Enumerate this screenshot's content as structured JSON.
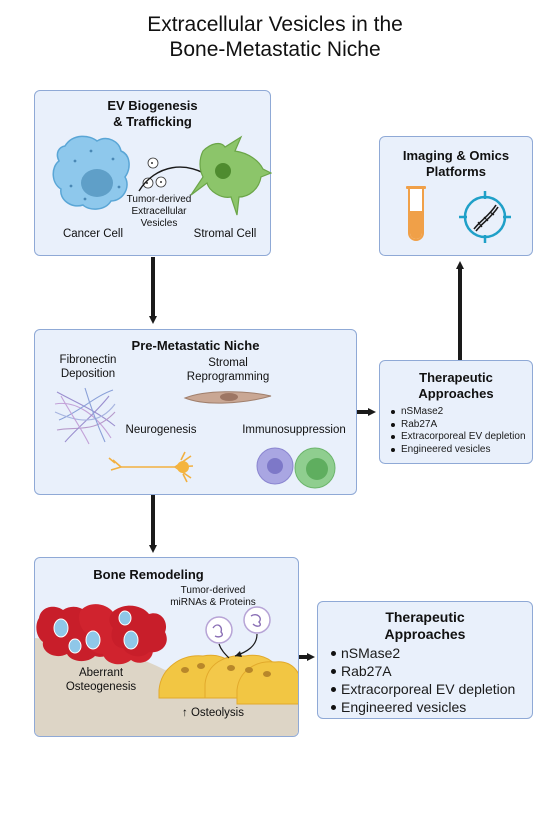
{
  "title": {
    "line1": "Extracellular Vesicles in the",
    "line2": "Bone-Metastatic Niche"
  },
  "biogenesis": {
    "title_line1": "EV Biogenesis",
    "title_line2": "& Trafficking",
    "cancer_cell": "Cancer Cell",
    "stromal_cell": "Stromal Cell",
    "vesicles_line1": "Tumor-derived",
    "vesicles_line2": "Extracellular",
    "vesicles_line3": "Vesicles"
  },
  "imaging": {
    "title_line1": "Imaging & Omics",
    "title_line2": "Platforms"
  },
  "niche": {
    "title": "Pre-Metastatic Niche",
    "fibronectin_line1": "Fibronectin",
    "fibronectin_line2": "Deposition",
    "stromal_line1": "Stromal",
    "stromal_line2": "Reprogramming",
    "neurogenesis": "Neurogenesis",
    "immunosuppression": "Immunosuppression"
  },
  "therapy_small": {
    "title_line1": "Therapeutic",
    "title_line2": "Approaches",
    "items": [
      "nSMase2",
      "Rab27A",
      "Extracorporeal EV depletion",
      "Engineered vesicles"
    ]
  },
  "bone": {
    "title": "Bone Remodeling",
    "cargo_line1": "Tumor-derived",
    "cargo_line2": "miRNAs & Proteins",
    "aberrant_line1": "Aberrant",
    "aberrant_line2": "Osteogenesis",
    "osteolysis": "↑ Osteolysis"
  },
  "therapy_large": {
    "title_line1": "Therapeutic",
    "title_line2": "Approaches",
    "items": [
      "nSMase2",
      "Rab27A",
      "Extracorporeal EV depletion",
      "Engineered vesicles"
    ]
  },
  "colors": {
    "box_fill": "#e9f0fb",
    "box_border": "#8fa9d6",
    "cancer_cell": "#8ec8ec",
    "stromal_cell": "#8cc56a",
    "osteoblast": "#c81e2a",
    "osteoclast": "#f2c643",
    "bone": "#ddd5c6"
  }
}
